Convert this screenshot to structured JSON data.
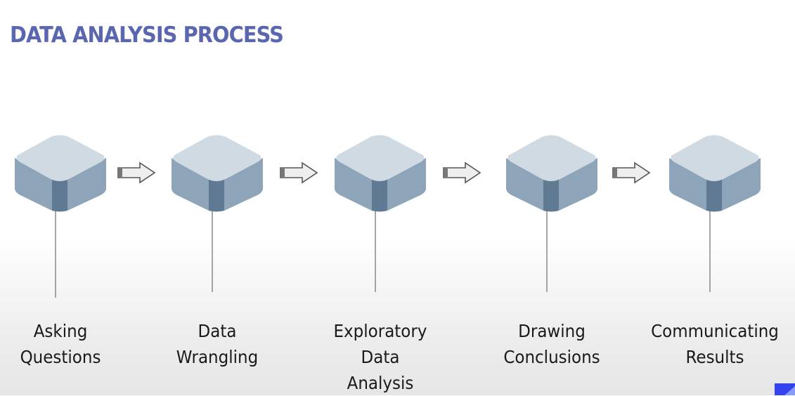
{
  "title": "DATA ANALYSIS PROCESS",
  "colors": {
    "title": "#5a66b0",
    "box_top": "#cfdae3",
    "box_side": "#8ea4b8",
    "box_seam": "#5f7a92",
    "arrow_fill": "#eeeeee",
    "arrow_stroke": "#555555",
    "connector": "#888888"
  },
  "steps": [
    {
      "lines": [
        "Asking",
        "Questions"
      ]
    },
    {
      "lines": [
        "Data",
        "Wrangling"
      ]
    },
    {
      "lines": [
        "Exploratory",
        "Data",
        "Analysis"
      ]
    },
    {
      "lines": [
        "Drawing",
        "Conclusions"
      ]
    },
    {
      "lines": [
        "Communicating",
        "Results"
      ]
    }
  ]
}
